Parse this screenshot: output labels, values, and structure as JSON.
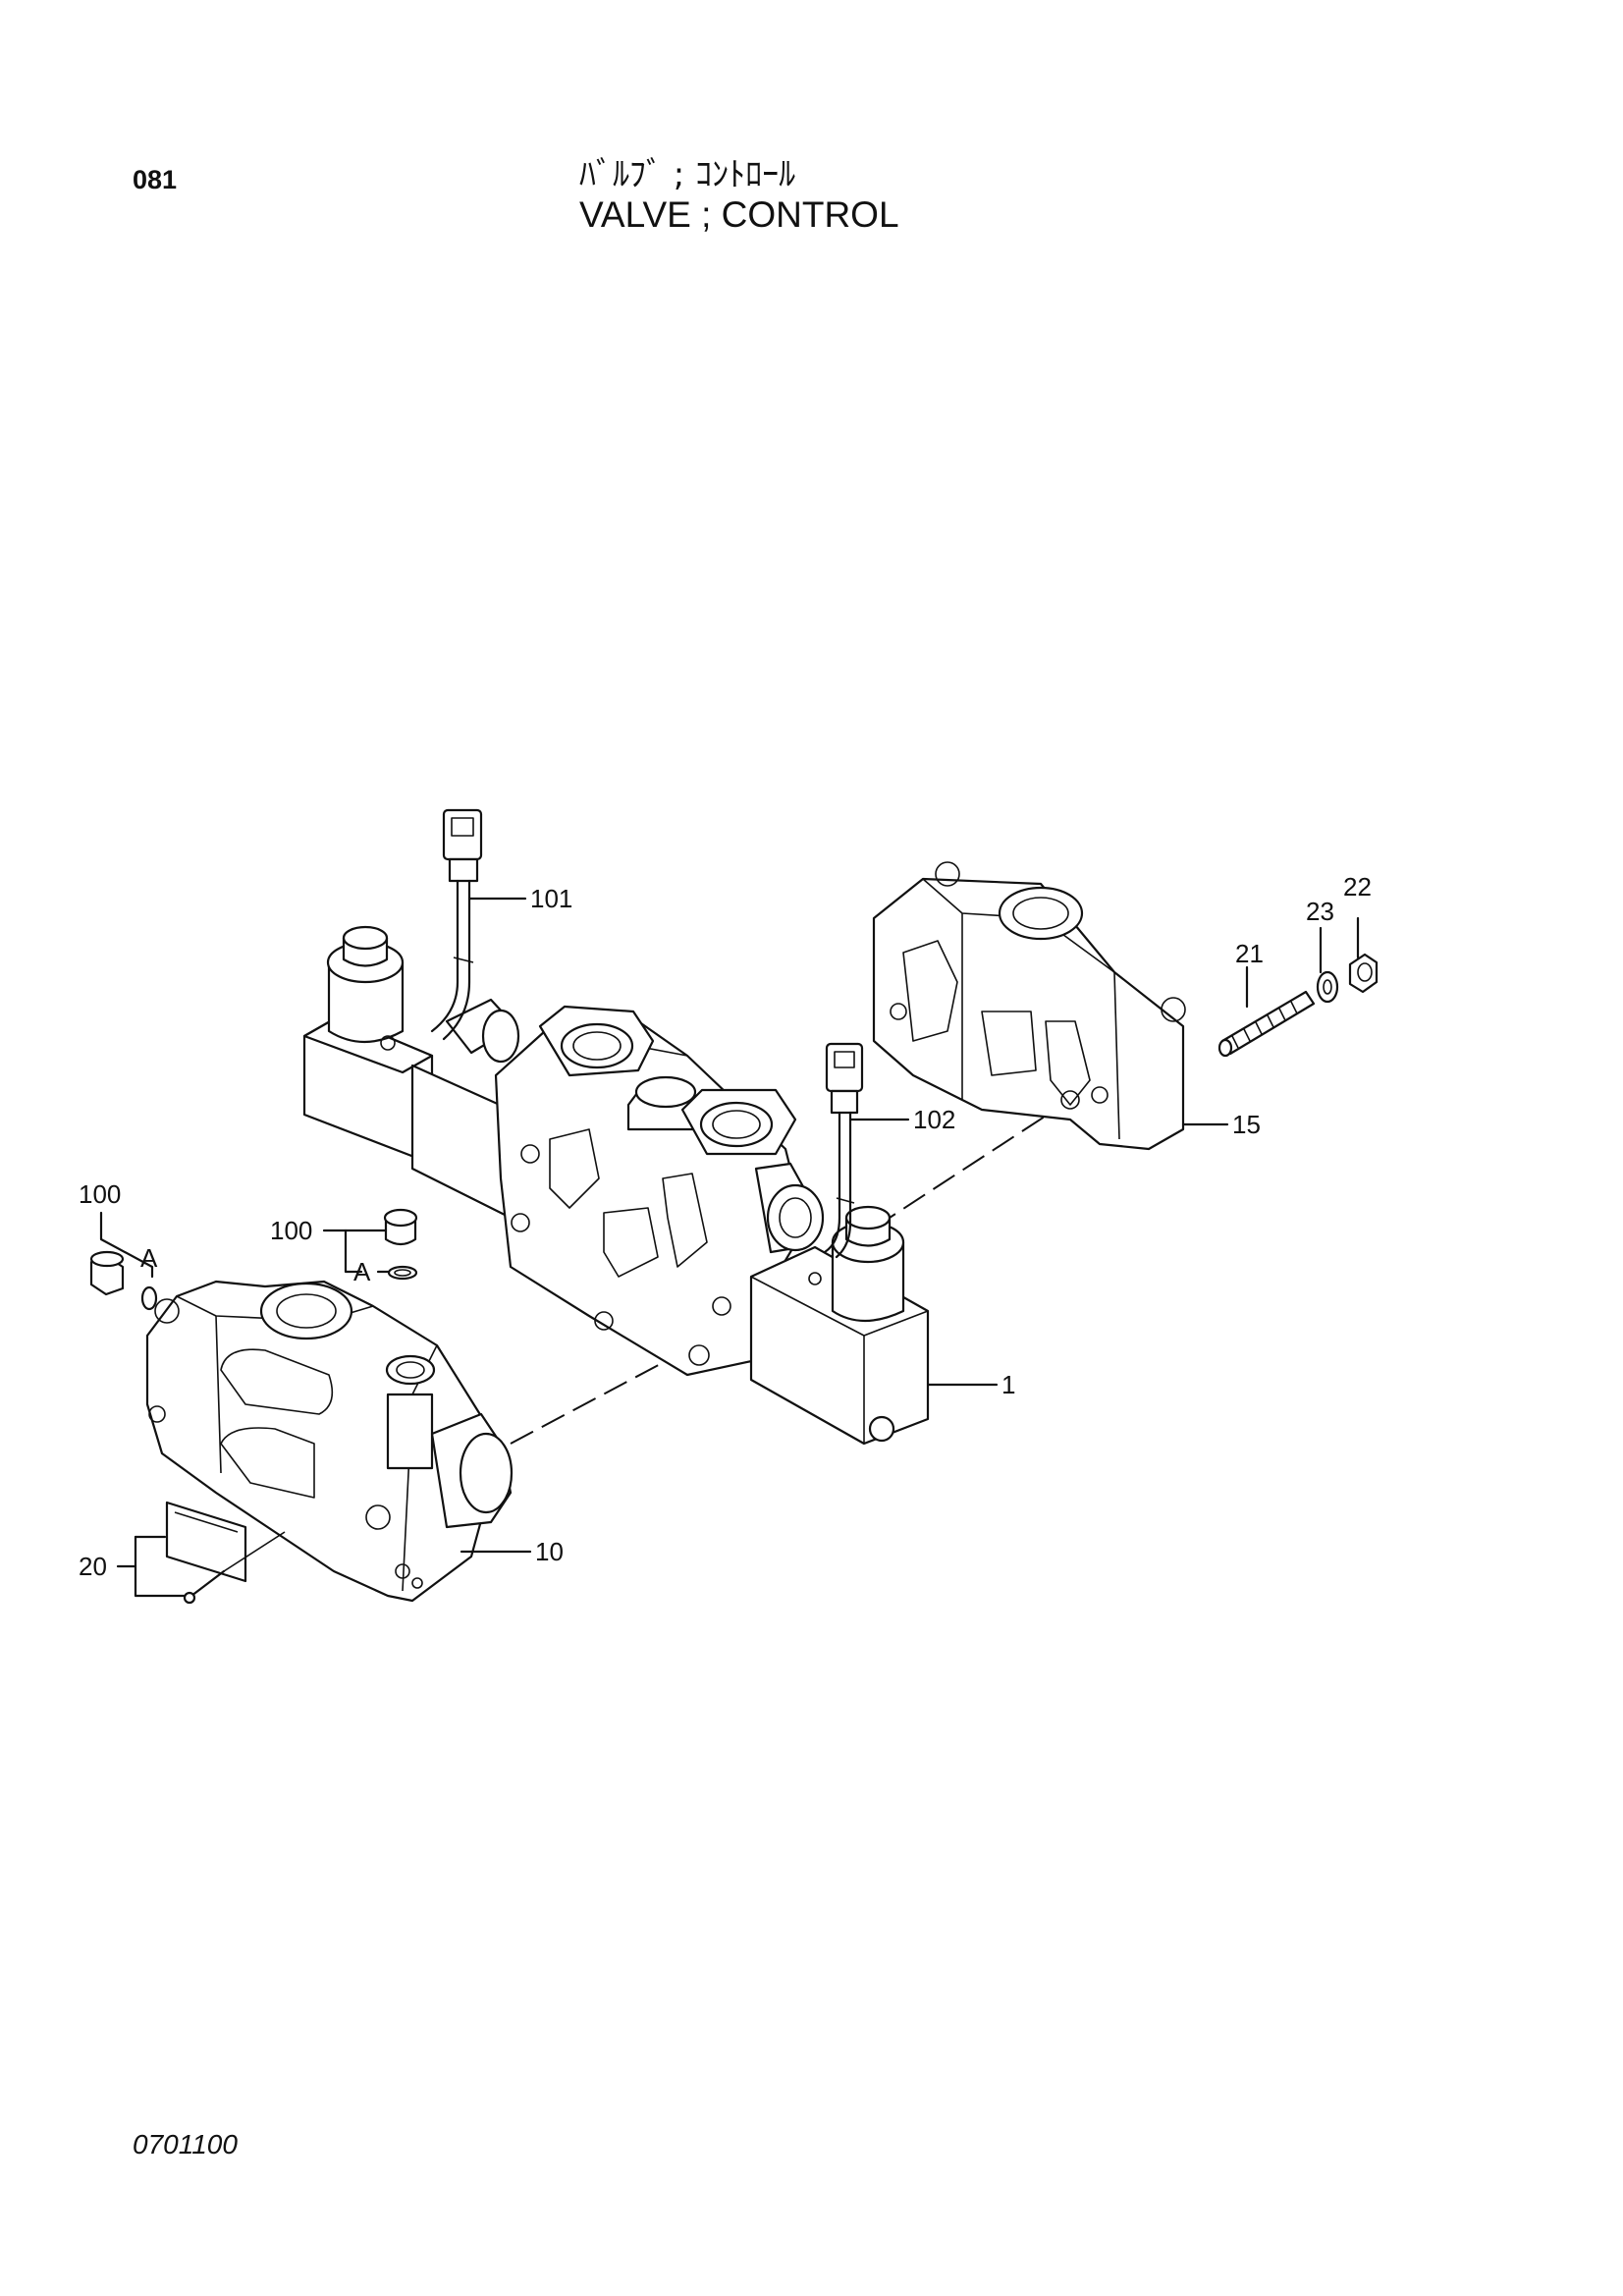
{
  "header": {
    "page_number": "081",
    "title_jp": "ﾊﾞﾙﾌﾞ ; ｺﾝﾄﾛｰﾙ",
    "title_en": "VALVE ; CONTROL"
  },
  "callouts": {
    "c1": "1",
    "c10": "10",
    "c15": "15",
    "c20": "20",
    "c21": "21",
    "c22": "22",
    "c23": "23",
    "c100a": "100",
    "c100b": "100",
    "c101": "101",
    "c102": "102",
    "markA1": "A",
    "markA2": "A"
  },
  "footer": {
    "doc_code": "0701100"
  }
}
